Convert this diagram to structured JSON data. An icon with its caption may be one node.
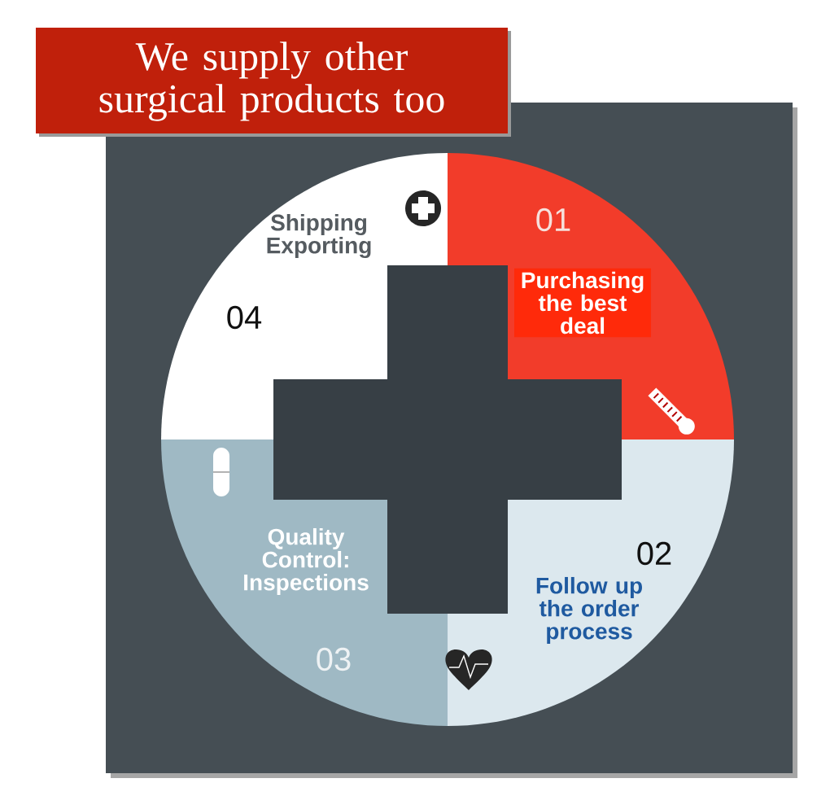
{
  "diagram": {
    "title": "We supply other surgical products too",
    "nodes": [
      {
        "text": [
          "01",
          "Purchasing the best deal"
        ]
      },
      {
        "text": [
          "02",
          "Follow up the order process"
        ]
      },
      {
        "text": [
          "Quality Control: Inspections",
          "03"
        ]
      },
      {
        "text": [
          "Shipping Exporting",
          "04"
        ]
      }
    ]
  }
}
